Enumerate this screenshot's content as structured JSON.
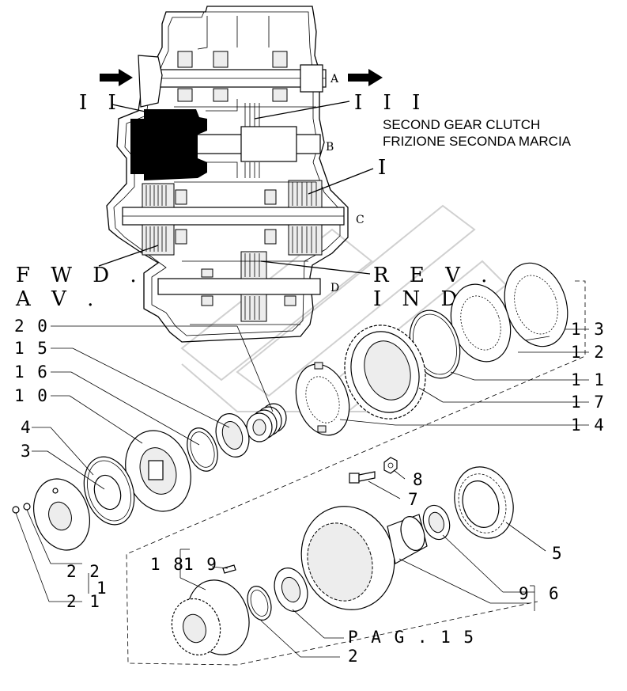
{
  "title": {
    "line1": "SECOND GEAR CLUTCH",
    "line2": "FRIZIONE SECONDA MARCIA"
  },
  "shaft_labels": {
    "a": "A",
    "b": "B",
    "c": "C",
    "d": "D"
  },
  "clutch_labels": {
    "ii": "I I",
    "iii": "I I I",
    "i": "I",
    "fwd": "F W D .",
    "av": "A V .",
    "rev": "R E V .",
    "ind": "I N D ."
  },
  "callouts": {
    "c20": "2 0",
    "c15": "1 5",
    "c16": "1 6",
    "c10": "1 0",
    "c4": "4",
    "c3": "3",
    "c22": "2 2",
    "c21": "2 1",
    "c1": "1",
    "c13": "1 3",
    "c12": "1 2",
    "c11": "1 1",
    "c17": "1 7",
    "c14": "1 4",
    "c8": "8",
    "c7": "7",
    "c5": "5",
    "c9": "9",
    "c6": "6",
    "c18": "1 8",
    "c19": "1 9",
    "c2": "2",
    "pag": "P A G . 1 5"
  }
}
